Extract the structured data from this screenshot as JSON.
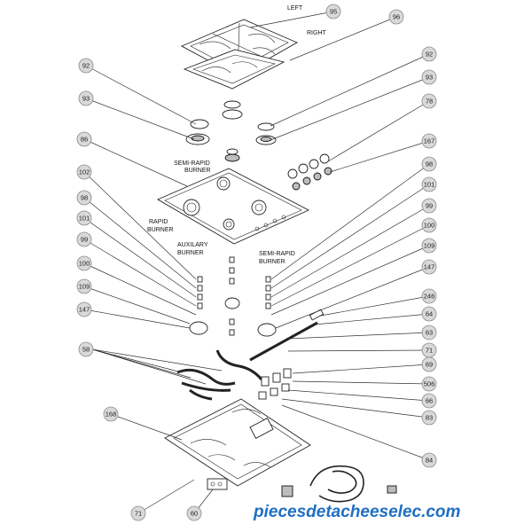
{
  "labels": {
    "left": "LEFT",
    "right": "RIGHT",
    "semi_rapid_top": [
      "SEMI-RAPID",
      "BURNER"
    ],
    "rapid": [
      "RAPID",
      "BURNER"
    ],
    "auxiliary": [
      "AUXILARY",
      "BURNER"
    ],
    "semi_rapid_right": [
      "SEMI-RAPID",
      "BURNER"
    ]
  },
  "callouts": [
    {
      "id": "c95",
      "text": "95"
    },
    {
      "id": "c96",
      "text": "96"
    },
    {
      "id": "c92l",
      "text": "92"
    },
    {
      "id": "c92r",
      "text": "92"
    },
    {
      "id": "c93l",
      "text": "93"
    },
    {
      "id": "c93r",
      "text": "93"
    },
    {
      "id": "c78",
      "text": "78"
    },
    {
      "id": "c86",
      "text": "86"
    },
    {
      "id": "c167",
      "text": "167"
    },
    {
      "id": "c98r",
      "text": "98"
    },
    {
      "id": "c102",
      "text": "102"
    },
    {
      "id": "c101r",
      "text": "101"
    },
    {
      "id": "c98l",
      "text": "98"
    },
    {
      "id": "c99r",
      "text": "99"
    },
    {
      "id": "c101l",
      "text": "101"
    },
    {
      "id": "c100r",
      "text": "100"
    },
    {
      "id": "c99l",
      "text": "99"
    },
    {
      "id": "c109r",
      "text": "109"
    },
    {
      "id": "c100l",
      "text": "100"
    },
    {
      "id": "c147r",
      "text": "147"
    },
    {
      "id": "c109l",
      "text": "109"
    },
    {
      "id": "c246",
      "text": "246"
    },
    {
      "id": "c147l",
      "text": "147"
    },
    {
      "id": "c64",
      "text": "64"
    },
    {
      "id": "c63",
      "text": "63"
    },
    {
      "id": "c58",
      "text": "58"
    },
    {
      "id": "c71r",
      "text": "71"
    },
    {
      "id": "c69",
      "text": "69"
    },
    {
      "id": "c506",
      "text": "506"
    },
    {
      "id": "c66",
      "text": "66"
    },
    {
      "id": "c83",
      "text": "83"
    },
    {
      "id": "c168",
      "text": "168"
    },
    {
      "id": "c84",
      "text": "84"
    },
    {
      "id": "c71l",
      "text": "71"
    },
    {
      "id": "c60",
      "text": "60"
    }
  ],
  "watermark": "piecesdetacheeselec.com",
  "colors": {
    "callout_fill": "#d9d9d9",
    "watermark": "#1f6fc2"
  }
}
